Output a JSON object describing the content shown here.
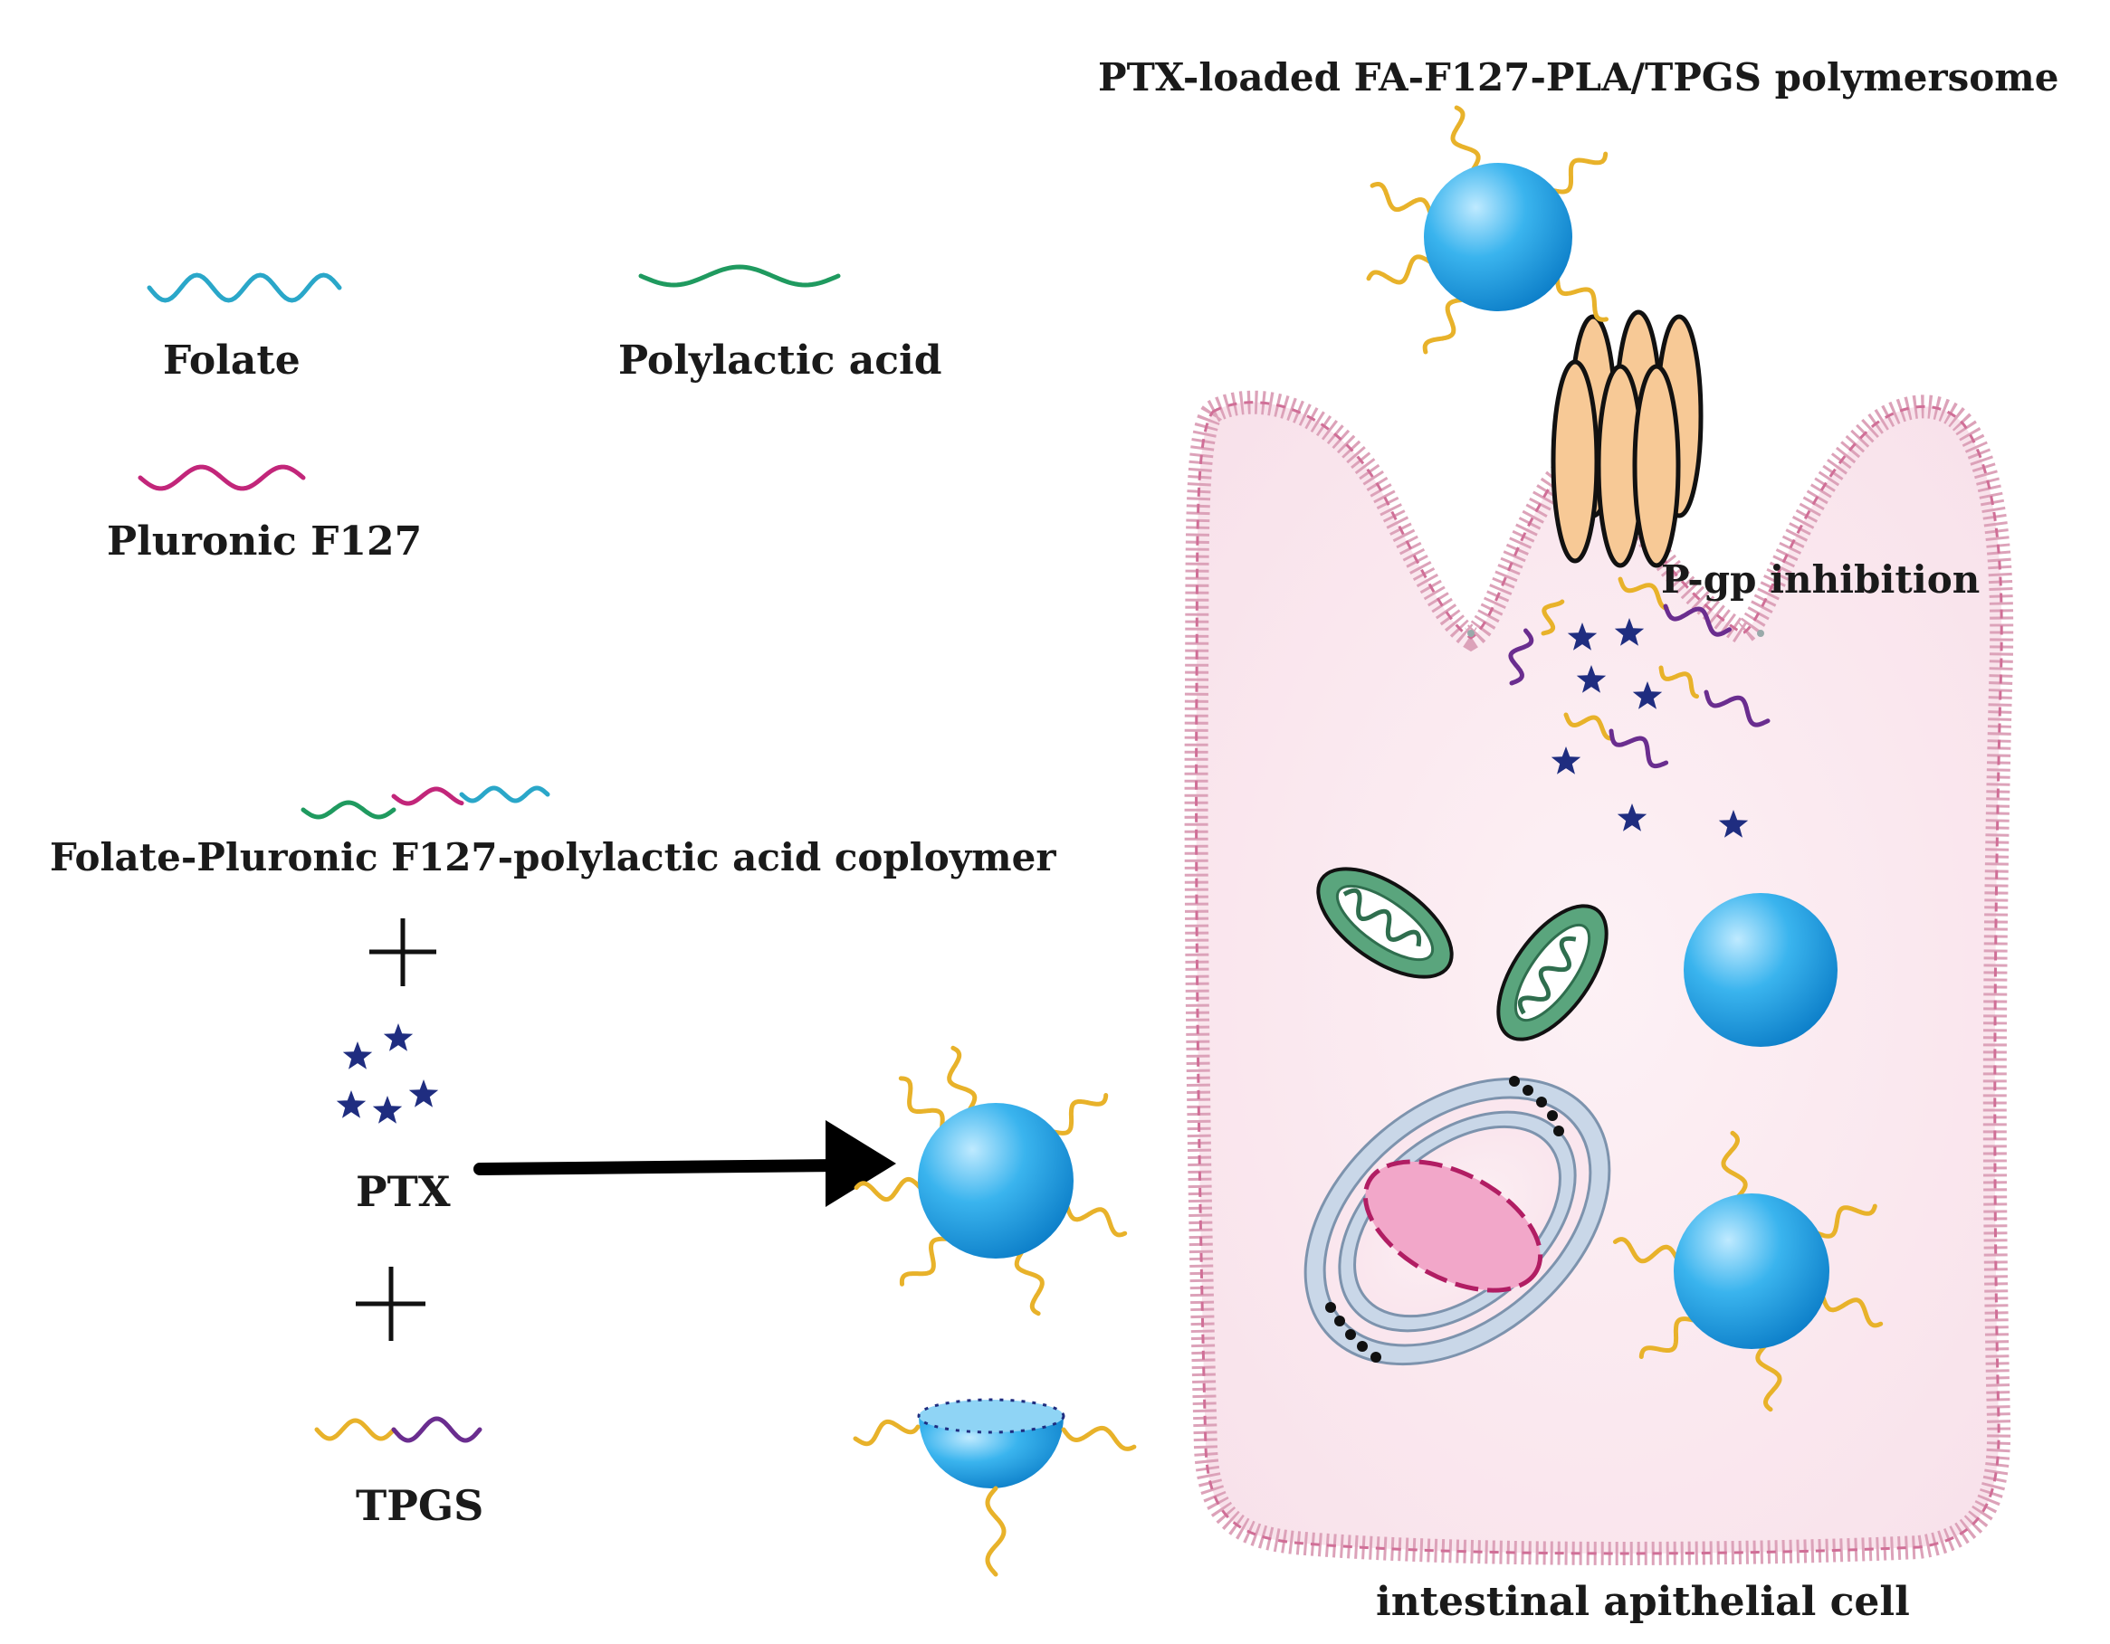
{
  "legend": {
    "folate": "Folate",
    "polylactic_acid": "Polylactic acid",
    "pluronic": "Pluronic F127"
  },
  "labels": {
    "copolymer": "Folate-Pluronic F127-polylactic acid coploymer",
    "ptx": "PTX",
    "tpgs": "TPGS",
    "polymersome": "PTX-loaded FA-F127-PLA/TPGS polymersome",
    "pgp": "P-gp inhibition",
    "cell": "intestinal apithelial cell",
    "plus_1": "+",
    "plus_2": "+"
  },
  "colors": {
    "folate": "#2aa7c9",
    "polylactic_acid": "#1f9a5f",
    "pluronic": "#c2267a",
    "tpgs_yellow": "#e8b22a",
    "tpgs_purple": "#6a2d8f",
    "ptx_star": "#1f2d80",
    "sphere": "#1e9fe0",
    "cell_fill": "#fbe9ef",
    "membrane": "#d88aa8",
    "pgp": "#f7c996",
    "mito": "#5aa57d",
    "golgi": "#b7c8dc",
    "nucleus": "#f2a7c9"
  },
  "icons": [
    "arrow-icon",
    "star-icon",
    "sphere-icon",
    "mitochondrion-icon",
    "golgi-icon",
    "pgp-pump-icon"
  ]
}
